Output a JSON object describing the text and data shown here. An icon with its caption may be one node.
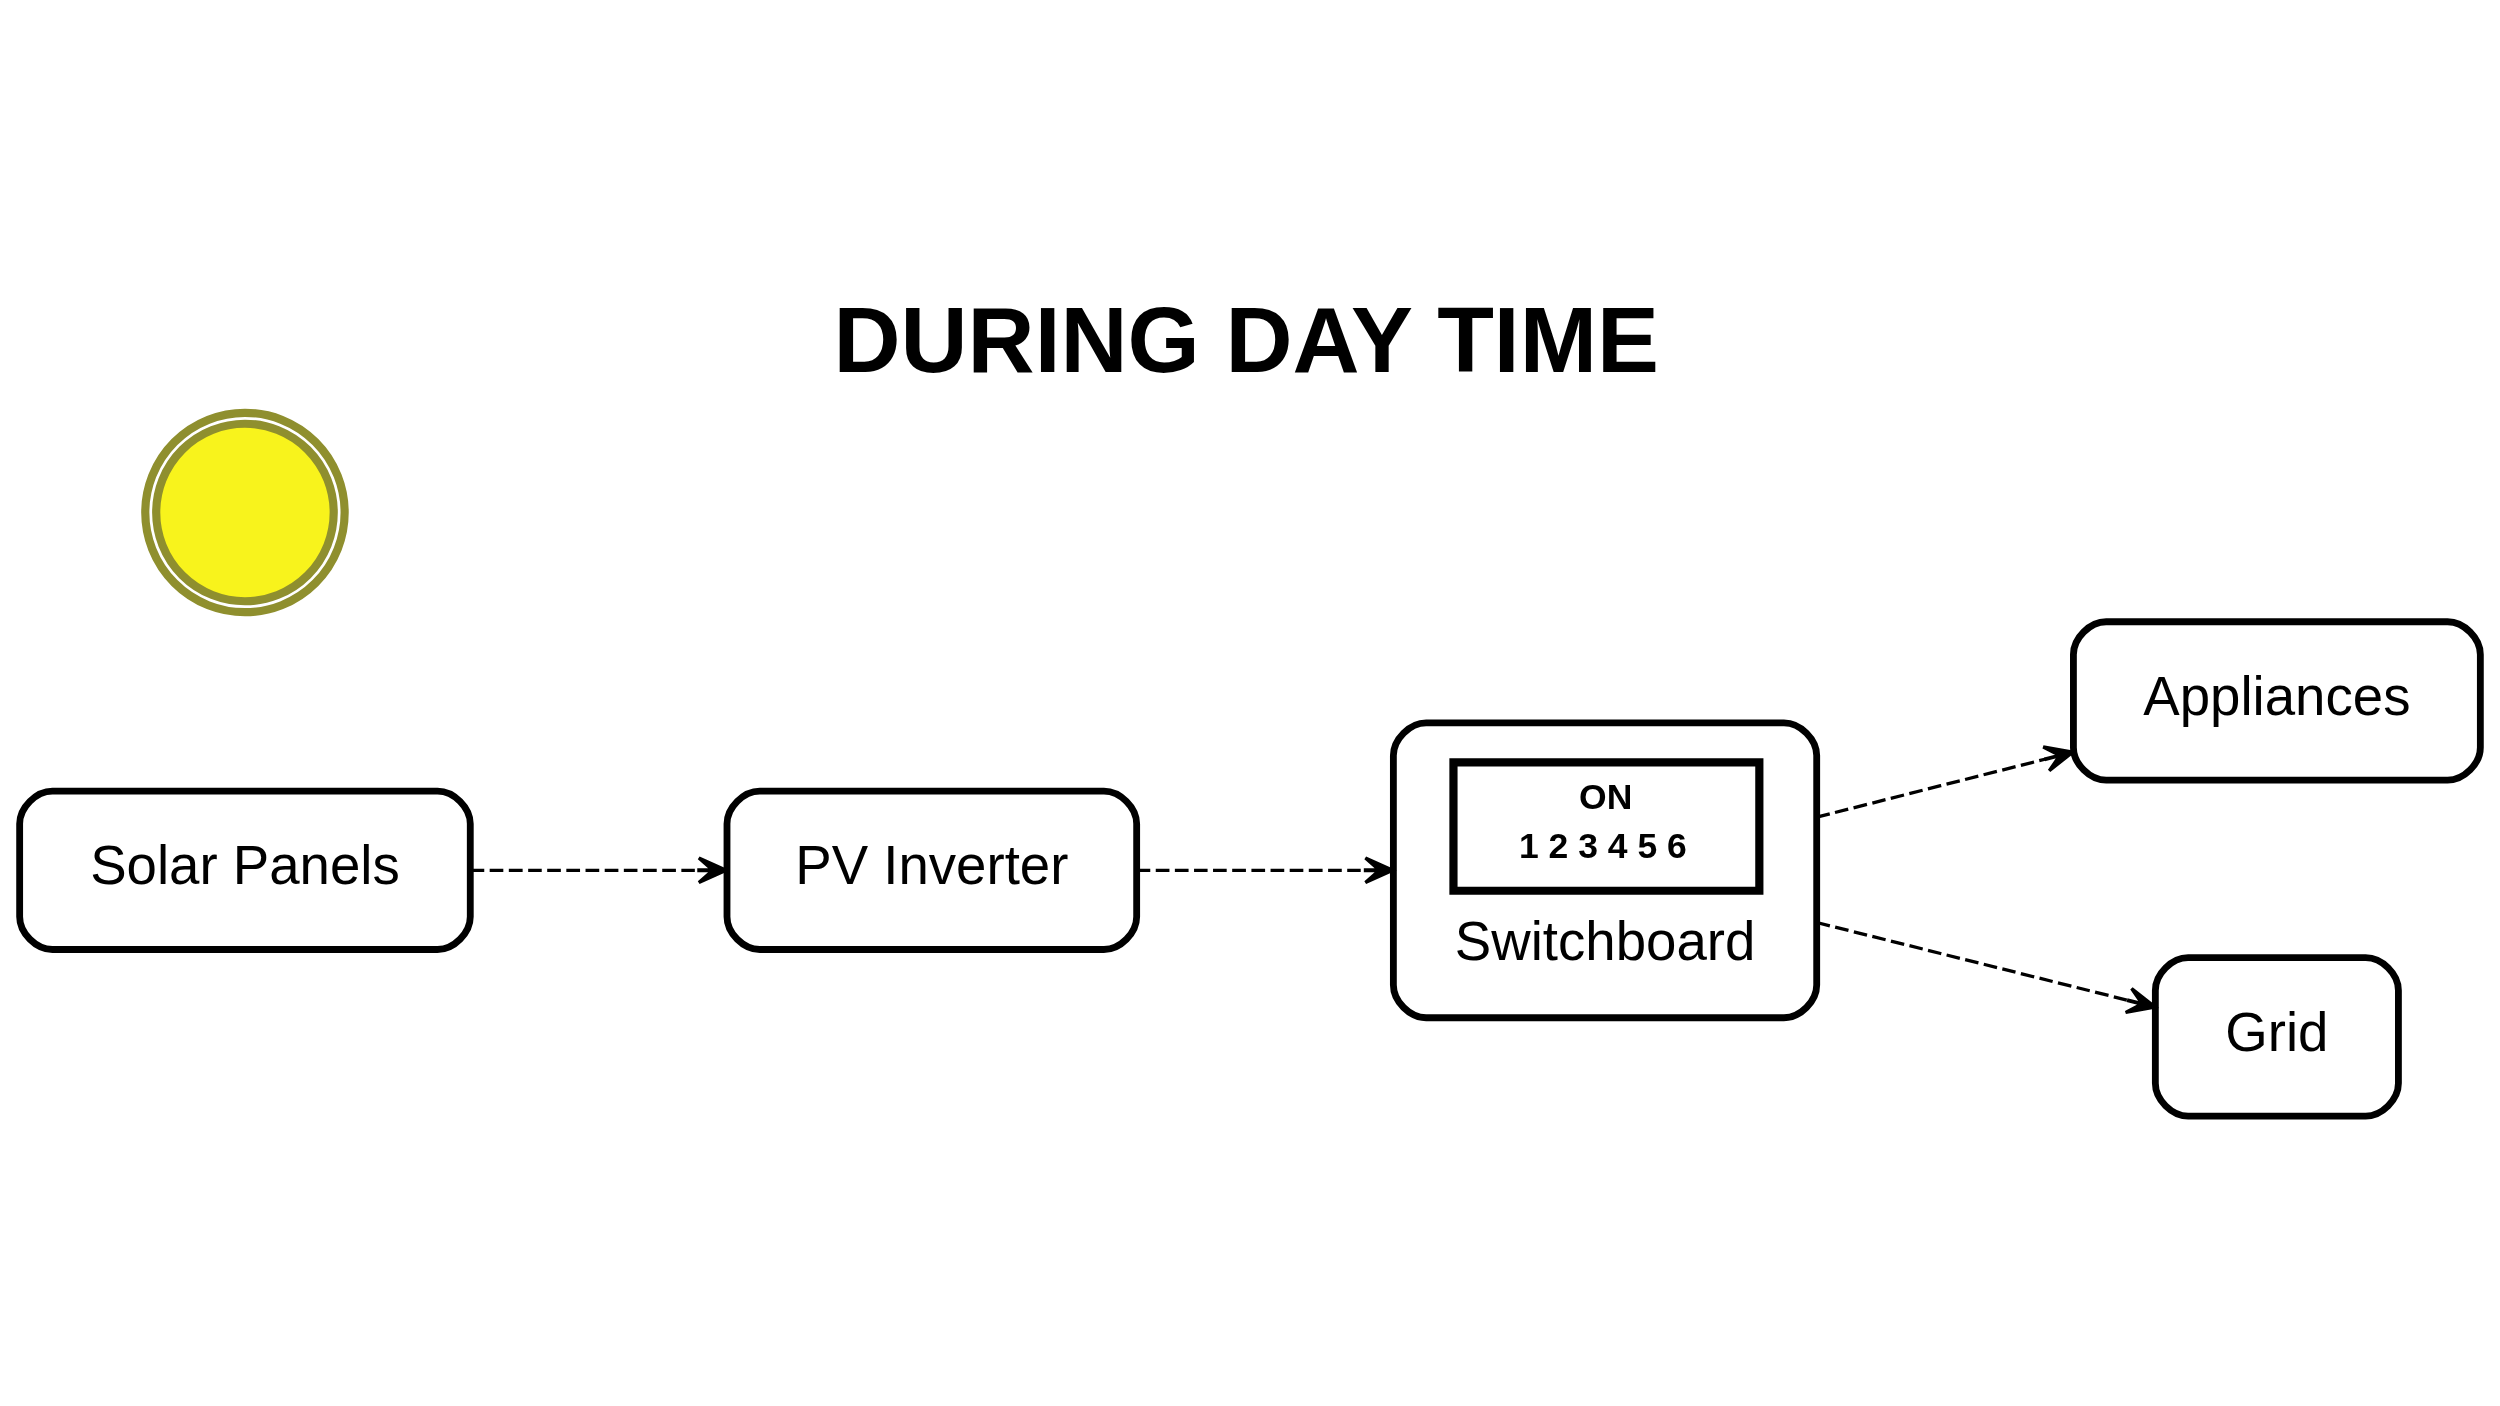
{
  "diagram": {
    "title": "DURING DAY TIME",
    "nodes": [
      {
        "text": [],
        "shape": "picture"
      },
      {
        "text": [
          "Solar Panels"
        ]
      },
      {
        "text": [
          "PV Inverter"
        ]
      },
      {
        "text": [
          "ON",
          "1 2 3 4 5 6",
          "Switchboard"
        ]
      },
      {
        "text": [
          "Appliances"
        ]
      },
      {
        "text": [
          "Grid"
        ]
      }
    ],
    "edges": [
      {
        "from": 1,
        "to": 2,
        "arrow": "to",
        "style": "dashed"
      },
      {
        "from": 2,
        "to": 3,
        "arrow": "to",
        "style": "dashed"
      },
      {
        "from": 3,
        "to": 4,
        "arrow": "to",
        "style": "dashed"
      },
      {
        "from": 3,
        "to": 5,
        "arrow": "to",
        "style": "dashed"
      }
    ]
  }
}
